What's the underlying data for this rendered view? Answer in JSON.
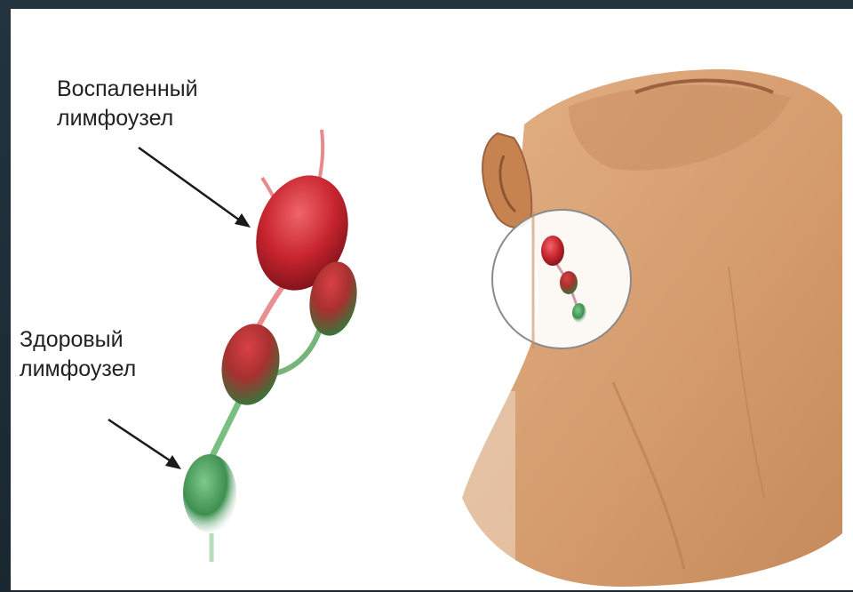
{
  "labels": {
    "inflamed_line1": "Воспаленный",
    "inflamed_line2": "лимфоузел",
    "healthy_line1": "Здоровый",
    "healthy_line2": "лимфоузел"
  },
  "colors": {
    "inflamed_node": "#c8252f",
    "healthy_node": "#4a9a5a",
    "skin": "#d9a577",
    "background": "#ffffff"
  },
  "icons": [
    "neck-illustration",
    "lymph-node-chain",
    "magnifier-circle"
  ]
}
